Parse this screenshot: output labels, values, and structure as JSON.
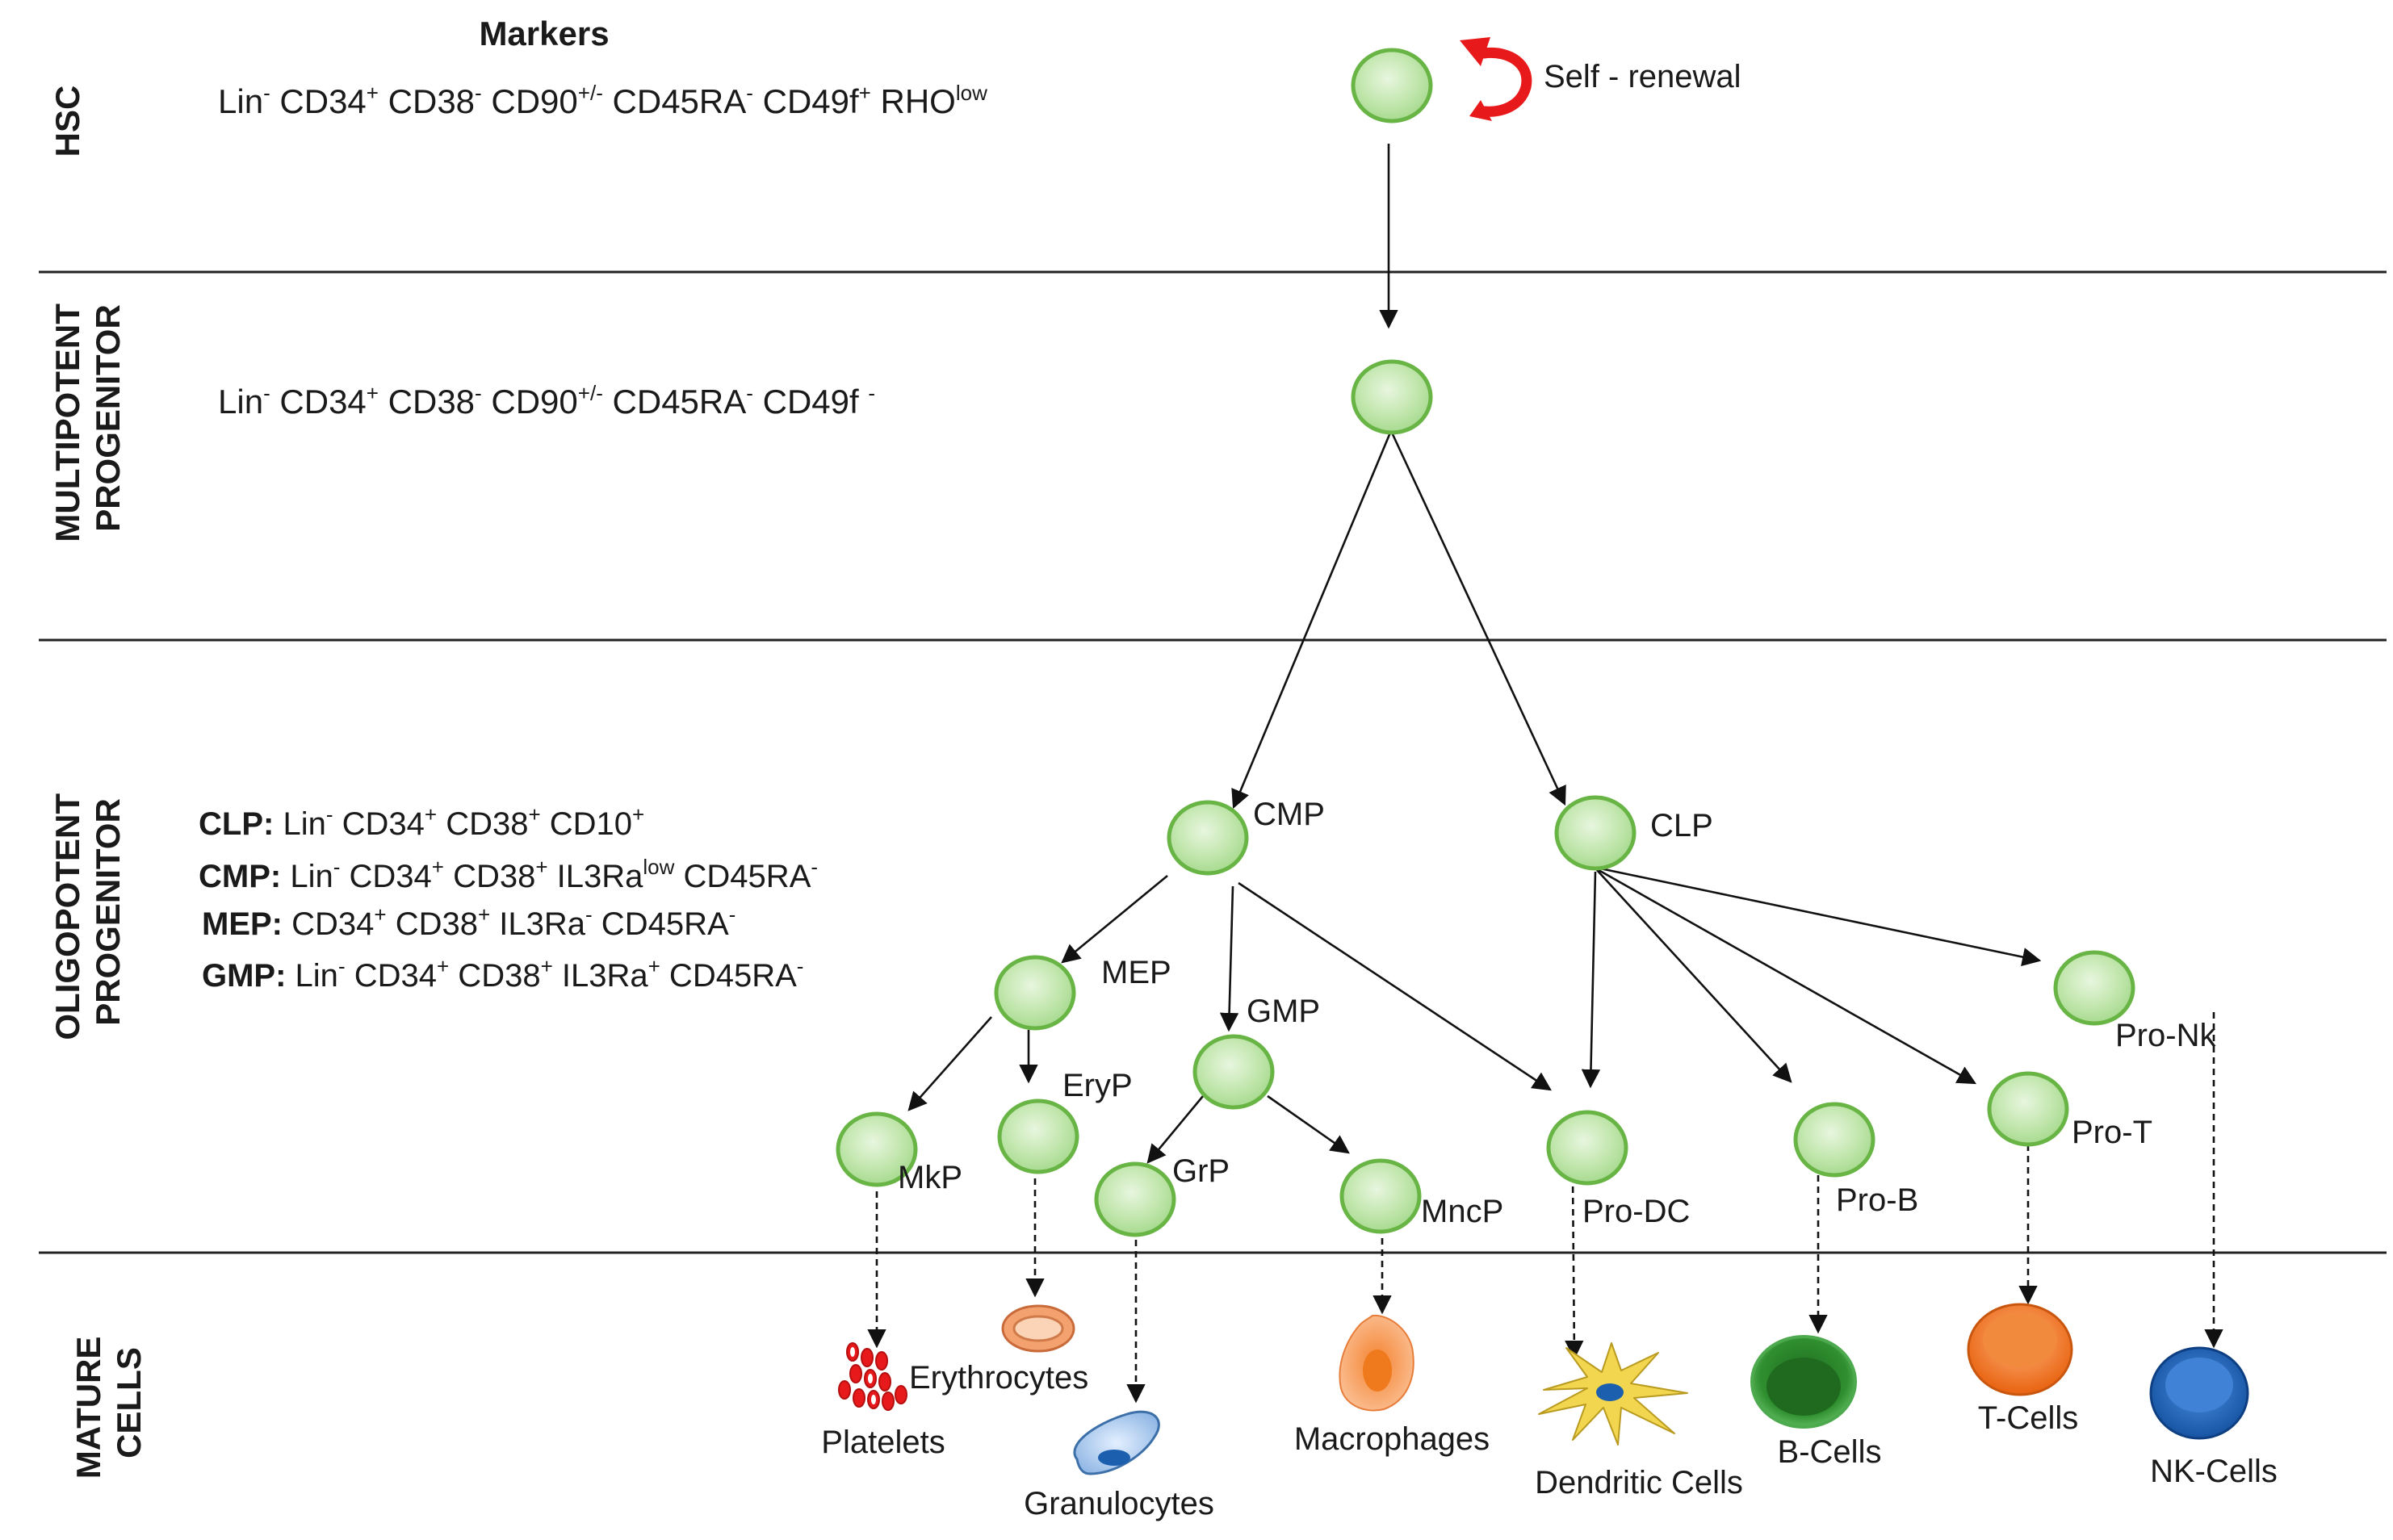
{
  "header": {
    "markers_title": "Markers",
    "self_renewal": "Self - renewal"
  },
  "stages": [
    {
      "id": "hsc",
      "lines": [
        "HSC"
      ]
    },
    {
      "id": "multipotent",
      "lines": [
        "MULTIPOTENT",
        "PROGENITOR"
      ]
    },
    {
      "id": "oligopotent",
      "lines": [
        "OLIGOPOTENT",
        "PROGENITOR"
      ]
    },
    {
      "id": "mature",
      "lines": [
        "MATURE",
        "CELLS"
      ]
    }
  ],
  "markers": {
    "hsc": [
      {
        "t": "Lin"
      },
      {
        "t": "-",
        "sup": true
      },
      {
        "t": " CD34"
      },
      {
        "t": "+",
        "sup": true
      },
      {
        "t": " CD38"
      },
      {
        "t": "-",
        "sup": true
      },
      {
        "t": " CD90"
      },
      {
        "t": "+/-",
        "sup": true
      },
      {
        "t": " CD45RA"
      },
      {
        "t": "-",
        "sup": true
      },
      {
        "t": " CD49f"
      },
      {
        "t": "+",
        "sup": true
      },
      {
        "t": " RHO"
      },
      {
        "t": "low",
        "sup": true
      }
    ],
    "mpp": [
      {
        "t": "Lin"
      },
      {
        "t": "-",
        "sup": true
      },
      {
        "t": " CD34"
      },
      {
        "t": "+",
        "sup": true
      },
      {
        "t": " CD38"
      },
      {
        "t": "-",
        "sup": true
      },
      {
        "t": " CD90"
      },
      {
        "t": "+/-",
        "sup": true
      },
      {
        "t": " CD45RA"
      },
      {
        "t": "-",
        "sup": true
      },
      {
        "t": " CD49f "
      },
      {
        "t": "-",
        "sup": true
      }
    ],
    "clp": [
      {
        "t": "CLP:",
        "b": true
      },
      {
        "t": " Lin"
      },
      {
        "t": "-",
        "sup": true
      },
      {
        "t": " CD34"
      },
      {
        "t": "+",
        "sup": true
      },
      {
        "t": " CD38"
      },
      {
        "t": "+",
        "sup": true
      },
      {
        "t": " CD10"
      },
      {
        "t": "+",
        "sup": true
      }
    ],
    "cmp": [
      {
        "t": "CMP:",
        "b": true
      },
      {
        "t": " Lin"
      },
      {
        "t": "-",
        "sup": true
      },
      {
        "t": " CD34"
      },
      {
        "t": "+",
        "sup": true
      },
      {
        "t": " CD38"
      },
      {
        "t": "+",
        "sup": true
      },
      {
        "t": " IL3Ra"
      },
      {
        "t": "low",
        "sup": true
      },
      {
        "t": " CD45RA"
      },
      {
        "t": "-",
        "sup": true
      }
    ],
    "mep": [
      {
        "t": "MEP:",
        "b": true
      },
      {
        "t": " CD34"
      },
      {
        "t": "+",
        "sup": true
      },
      {
        "t": " CD38"
      },
      {
        "t": "+",
        "sup": true
      },
      {
        "t": " IL3Ra"
      },
      {
        "t": "-",
        "sup": true
      },
      {
        "t": " CD45RA"
      },
      {
        "t": "-",
        "sup": true
      }
    ],
    "gmp": [
      {
        "t": "GMP:",
        "b": true
      },
      {
        "t": " Lin"
      },
      {
        "t": "-",
        "sup": true
      },
      {
        "t": " CD34"
      },
      {
        "t": "+",
        "sup": true
      },
      {
        "t": " CD38"
      },
      {
        "t": "+",
        "sup": true
      },
      {
        "t": " IL3Ra"
      },
      {
        "t": "+",
        "sup": true
      },
      {
        "t": " CD45RA"
      },
      {
        "t": "-",
        "sup": true
      }
    ]
  },
  "nodes": {
    "hsc": "",
    "mpp": "",
    "cmp": "CMP",
    "clp": "CLP",
    "mep": "MEP",
    "gmp": "GMP",
    "mkp": "MkP",
    "eryp": "EryP",
    "grp": "GrP",
    "mncp": "MncP",
    "prodc": "Pro-DC",
    "prob": "Pro-B",
    "prot": "Pro-T",
    "pronk": "Pro-Nk"
  },
  "mature": {
    "platelets": "Platelets",
    "erythrocytes": "Erythrocytes",
    "granulocytes": "Granulocytes",
    "macrophages": "Macrophages",
    "dendritic": "Dendritic Cells",
    "bcells": "B-Cells",
    "tcells": "T-Cells",
    "nkcells": "NK-Cells"
  },
  "colors": {
    "progenitor_fill": "#b8e2a2",
    "progenitor_stroke": "#68b545",
    "self_renewal_arrow": "#e8191b",
    "platelets": "#e8191b",
    "erythrocytes": "#f3a26f",
    "granulocytes": "#9cc4ea",
    "macrophages": "#f7a066",
    "dendritic": "#f2d64f",
    "bcells": "#2e8b2e",
    "tcells": "#ee6a1c",
    "nkcells": "#2167c4"
  }
}
